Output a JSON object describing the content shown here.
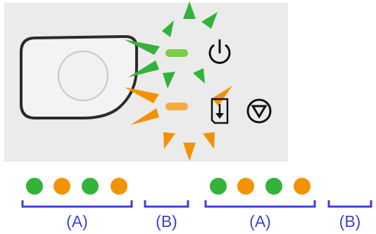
{
  "colors": {
    "green": "#33b33a",
    "orange": "#f39200",
    "bracket": "#3f3fd6",
    "panel": "#ebebeb",
    "led_green": "#7dcb4a",
    "led_orange": "#f7a940"
  },
  "icons": {
    "power": "power-icon",
    "paper_feed": "paper-feed-icon",
    "stop": "stop-icon"
  },
  "sequence": [
    {
      "label": "(A)",
      "dots": [
        "green",
        "orange",
        "green",
        "orange"
      ]
    },
    {
      "label": "(B)",
      "dots": []
    },
    {
      "label": "(A)",
      "dots": [
        "green",
        "orange",
        "green",
        "orange"
      ]
    },
    {
      "label": "(B)",
      "dots": []
    }
  ]
}
